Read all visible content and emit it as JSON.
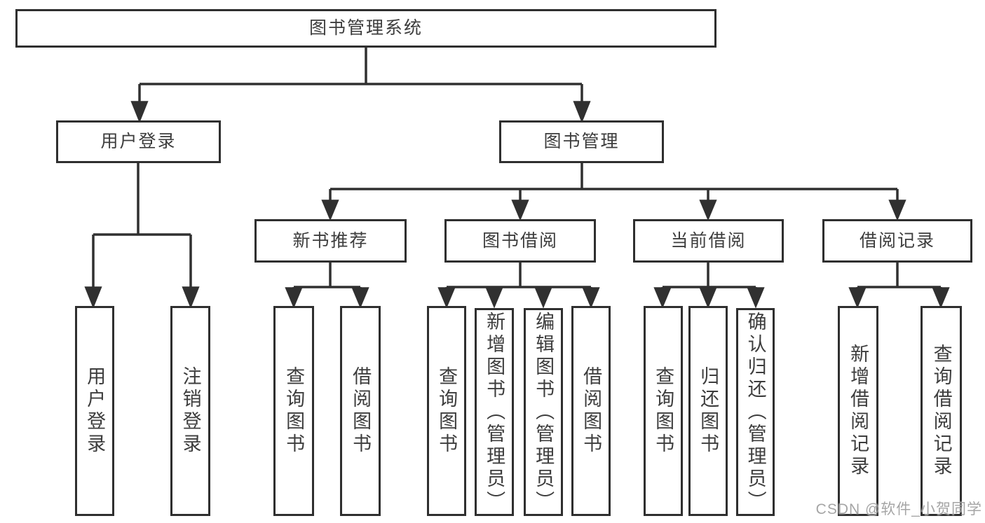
{
  "diagram_title": "图书管理系统",
  "nodes": {
    "root": {
      "label": "图书管理系统"
    },
    "level2": [
      {
        "label": "用户登录",
        "parent": "图书管理系统"
      },
      {
        "label": "图书管理",
        "parent": "图书管理系统"
      }
    ],
    "level3": [
      {
        "label": "新书推荐",
        "parent": "图书管理"
      },
      {
        "label": "图书借阅",
        "parent": "图书管理"
      },
      {
        "label": "当前借阅",
        "parent": "图书管理"
      },
      {
        "label": "借阅记录",
        "parent": "图书管理"
      }
    ],
    "leaves": [
      {
        "label": "用户登录",
        "parent": "用户登录"
      },
      {
        "label": "注销登录",
        "parent": "用户登录"
      },
      {
        "label": "查询图书",
        "parent": "新书推荐"
      },
      {
        "label": "借阅图书",
        "parent": "新书推荐"
      },
      {
        "label": "查询图书",
        "parent": "图书借阅"
      },
      {
        "label": "新增图书（管理员）",
        "parent": "图书借阅"
      },
      {
        "label": "编辑图书（管理员）",
        "parent": "图书借阅"
      },
      {
        "label": "借阅图书",
        "parent": "图书借阅"
      },
      {
        "label": "查询图书",
        "parent": "当前借阅"
      },
      {
        "label": "归还图书",
        "parent": "当前借阅"
      },
      {
        "label": "确认归还（管理员）",
        "parent": "当前借阅"
      },
      {
        "label": "新增借阅记录",
        "parent": "借阅记录"
      },
      {
        "label": "查询借阅记录",
        "parent": "借阅记录"
      }
    ]
  },
  "watermark": "CSDN @软件_小贺同学",
  "colors": {
    "line": "#303030",
    "box_border": "#2f2f2f",
    "text": "#3d3d3d",
    "watermark": "#9e9e9e",
    "background": "#ffffff"
  }
}
